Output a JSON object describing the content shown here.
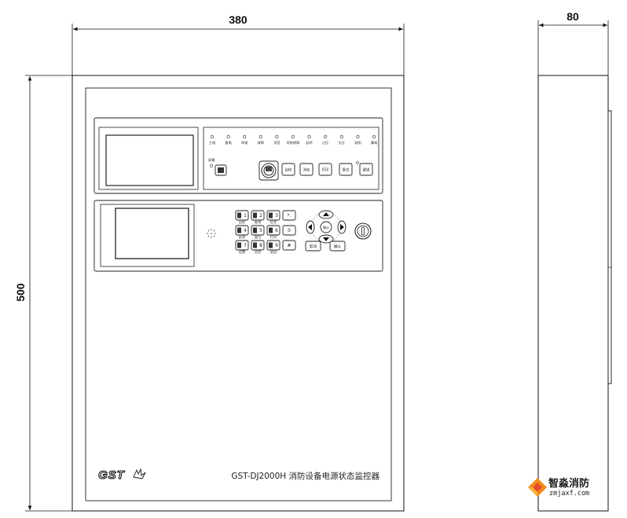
{
  "dimensions": {
    "width": "380",
    "height": "500",
    "depth": "80"
  },
  "panel": {
    "indicators": [
      "主电",
      "备电",
      "串电",
      "故障",
      "消音",
      "系统故障",
      "延时",
      "过压",
      "欠压",
      "缺相",
      "漏电"
    ],
    "top_buttons": [
      "自检",
      "消音",
      "打印",
      "复位",
      "键锁"
    ],
    "corner_label": "屏幕",
    "keypad": [
      {
        "top": "1",
        "sub": "自检"
      },
      {
        "top": "2",
        "sub": "查询"
      },
      {
        "top": "3",
        "sub": "信息"
      },
      {
        "top": "*.",
        "sub": ""
      },
      {
        "top": "4",
        "sub": "启停"
      },
      {
        "top": "5",
        "sub": "复位"
      },
      {
        "top": "6",
        "sub": "打印"
      },
      {
        "top": "0",
        "sub": ""
      },
      {
        "top": "7",
        "sub": "设置"
      },
      {
        "top": "8",
        "sub": "消音"
      },
      {
        "top": "9",
        "sub": "退出"
      },
      {
        "top": "#",
        "sub": ""
      }
    ],
    "nav_center": "确认",
    "bottom_keys": [
      "取消",
      "确认"
    ],
    "brand": "GST",
    "model": "GST-DJ2000H 消防设备电源状态监控器"
  },
  "watermark": {
    "cn": "智淼消防",
    "url": "zmjaxf.com"
  }
}
